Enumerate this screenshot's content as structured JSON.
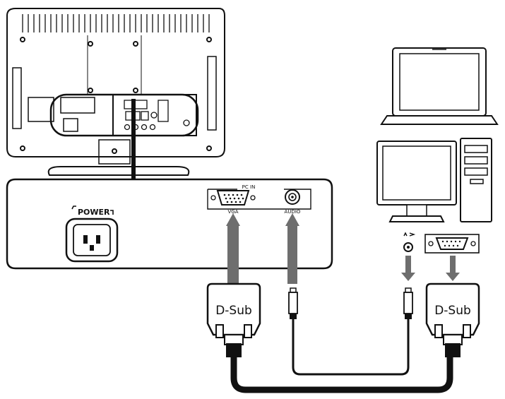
{
  "panel": {
    "power_label": "POWER",
    "pc_in_label": "PC IN",
    "vga_label": "VGA",
    "audio_label": "AUDIO"
  },
  "connectors": {
    "left_plug_label": "D-Sub",
    "right_plug_label": "D-Sub"
  },
  "colors": {
    "line": "#111111",
    "cable_gray": "#6e6e6e",
    "panel_fill": "#ffffff"
  }
}
